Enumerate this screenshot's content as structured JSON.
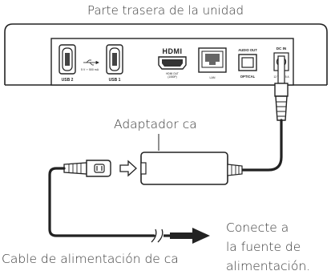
{
  "title": "Parte trasera de la unidad",
  "panel": {
    "usb2": "USB 2",
    "usb_rating": "5 V ⎓ 500 mA",
    "usb1": "USB 1",
    "hdmi_logo": "HDMI",
    "hdmi_caption_1": "HDMI OUT",
    "hdmi_caption_2": "(1080P)",
    "lan": "LAN",
    "audio_out": "AUDIO OUT",
    "optical": "OPTICAL",
    "dc_in": "DC IN",
    "dc_rating": "12 V ⎓ 1.5 A"
  },
  "adapter_label": "Adaptador ca",
  "connect_lines": [
    "Conecte a",
    "la fuente de",
    "alimentación."
  ],
  "cable_label": "Cable de alimentación de ca",
  "icons": {
    "usb": "usb-symbol-icon",
    "dc_polarity": "dc-polarity-icon",
    "direction_arrow": "arrow-right-icon",
    "power_arrow": "bold-arrow-right-icon",
    "cut_mark": "cable-break-icon"
  }
}
